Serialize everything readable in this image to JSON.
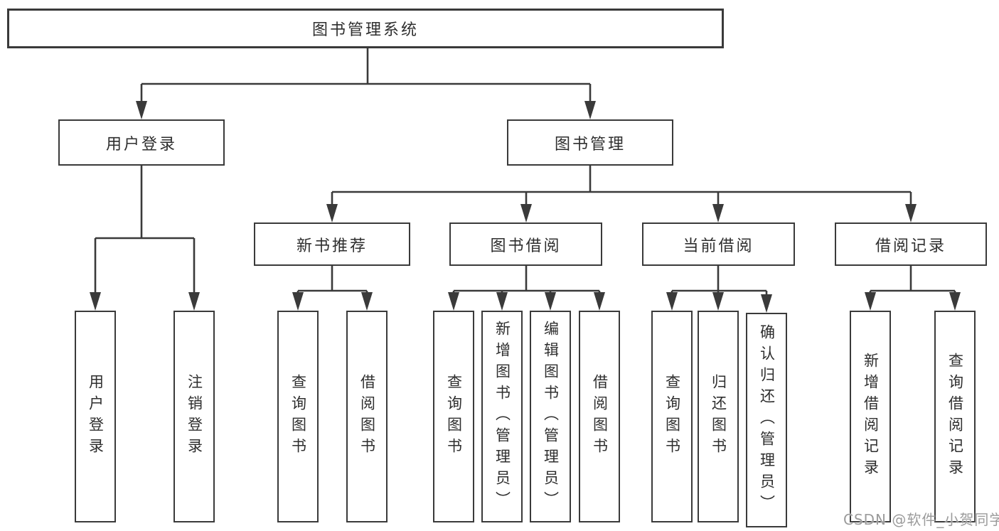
{
  "tree": {
    "label": "图书管理系统",
    "children": [
      {
        "label": "用户登录",
        "children": [
          {
            "label": "用户登录"
          },
          {
            "label": "注销登录"
          }
        ]
      },
      {
        "label": "图书管理",
        "children": [
          {
            "label": "新书推荐",
            "children": [
              {
                "label": "查询图书"
              },
              {
                "label": "借阅图书"
              }
            ]
          },
          {
            "label": "图书借阅",
            "children": [
              {
                "label": "查询图书"
              },
              {
                "label": "新增图书（管理员）"
              },
              {
                "label": "编辑图书（管理员）"
              },
              {
                "label": "借阅图书"
              }
            ]
          },
          {
            "label": "当前借阅",
            "children": [
              {
                "label": "查询图书"
              },
              {
                "label": "归还图书"
              },
              {
                "label": "确认归还（管理员）"
              }
            ]
          },
          {
            "label": "借阅记录",
            "children": [
              {
                "label": "新增借阅记录"
              },
              {
                "label": "查询借阅记录"
              }
            ]
          }
        ]
      }
    ]
  },
  "watermark": "CSDN @软件_小贺同学",
  "colors": {
    "line": "#3a3a3a",
    "text": "#2e2e2e",
    "background": "#ffffff",
    "watermark": "#9b9b9b"
  }
}
